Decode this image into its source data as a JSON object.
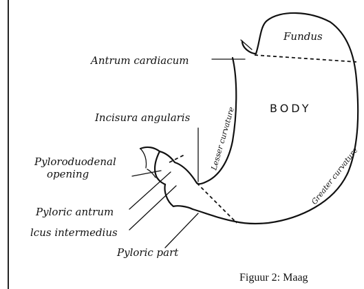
{
  "diagram": {
    "labels": {
      "fundus": "Fundus",
      "antrum_cardiacum": "Antrum cardiacum",
      "body": "BODY",
      "incisura_angularis": "Incisura angularis",
      "pyloroduodenal_line1": "Pyloroduodenal",
      "pyloroduodenal_line2": "opening",
      "pyloric_antrum": "Pyloric antrum",
      "sulcus_intermedius": "lcus intermedius",
      "pyloric_part": "Pyloric part",
      "lesser_curvature": "Lesser curvature",
      "greater_curvature": "Greater curvature"
    },
    "caption": "Figuur 2: Maag",
    "colors": {
      "ink": "#111111",
      "background": "#ffffff"
    }
  }
}
